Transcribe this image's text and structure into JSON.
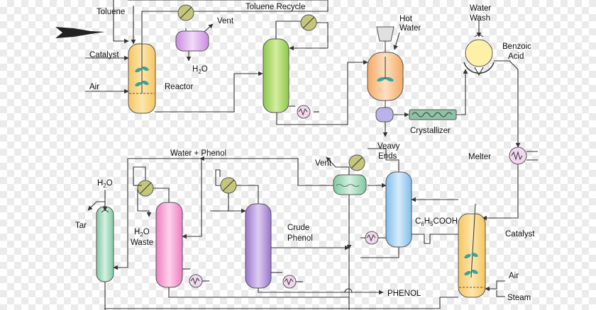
{
  "labels": {
    "toluene": "Toluene",
    "catalyst_top": "Catalyst",
    "air_top": "Air",
    "reactor": "Reactor",
    "vent_top": "Vent",
    "h2o_top_main": "H",
    "h2o_top_sub": "2",
    "h2o_top_end": "O",
    "toluene_recycle": "Toluene Recycle",
    "hot_water_1": "Hot",
    "hot_water_2": "Water",
    "water_wash_1": "Water",
    "water_wash_2": "Wash",
    "benzoic_acid_1": "Benzoic",
    "benzoic_acid_2": "Acid",
    "crystallizer": "Crystallizer",
    "veavy_ends_1": "Veavy",
    "veavy_ends_2": "Ends",
    "melter": "Melter",
    "water_phenol": "Water + Phenol",
    "vent_bottom": "Vent",
    "h2o_left_main": "H",
    "h2o_left_sub": "2",
    "h2o_left_end": "O",
    "tar": "Tar",
    "h2o_waste_main": "H",
    "h2o_waste_sub": "2",
    "h2o_waste_end": "O",
    "waste": "Waste",
    "crude_phenol_1": "Crude",
    "crude_phenol_2": "Phenol",
    "c6h5cooh_c": "C",
    "c6h5cooh_6": "6",
    "c6h5cooh_h": "H",
    "c6h5cooh_5": "5",
    "c6h5cooh_rest": "COOH",
    "catalyst_bottom": "Catalyst",
    "air_bottom": "Air",
    "steam": "Steam",
    "phenol": "PHENOL"
  },
  "colors": {
    "line": "#333333",
    "reactor": "#fbd98c",
    "toluene_column": "#a8d86a",
    "hot_water_vessel": "#f9c497",
    "separator": "#d6a3ea",
    "crystallizer": "#8fc1a6",
    "benzoic_filter": "#fff0a8",
    "melter": "#f1d6ef",
    "tar_column": "#a9dcc0",
    "waste_column": "#f6a4d6",
    "phenol_column": "#b89ad8",
    "decanter": "#c6ebdf",
    "acid_column": "#a7d3f2",
    "bottom_reactor": "#fbd98c",
    "stirrer": "#3aa39a"
  },
  "icons": [
    "feed-arrow-icon",
    "stirrer-icon",
    "cooler-icon",
    "heat-exchanger-icon",
    "spray-nozzle-icon",
    "hopper-icon",
    "screw-conveyor-icon"
  ]
}
